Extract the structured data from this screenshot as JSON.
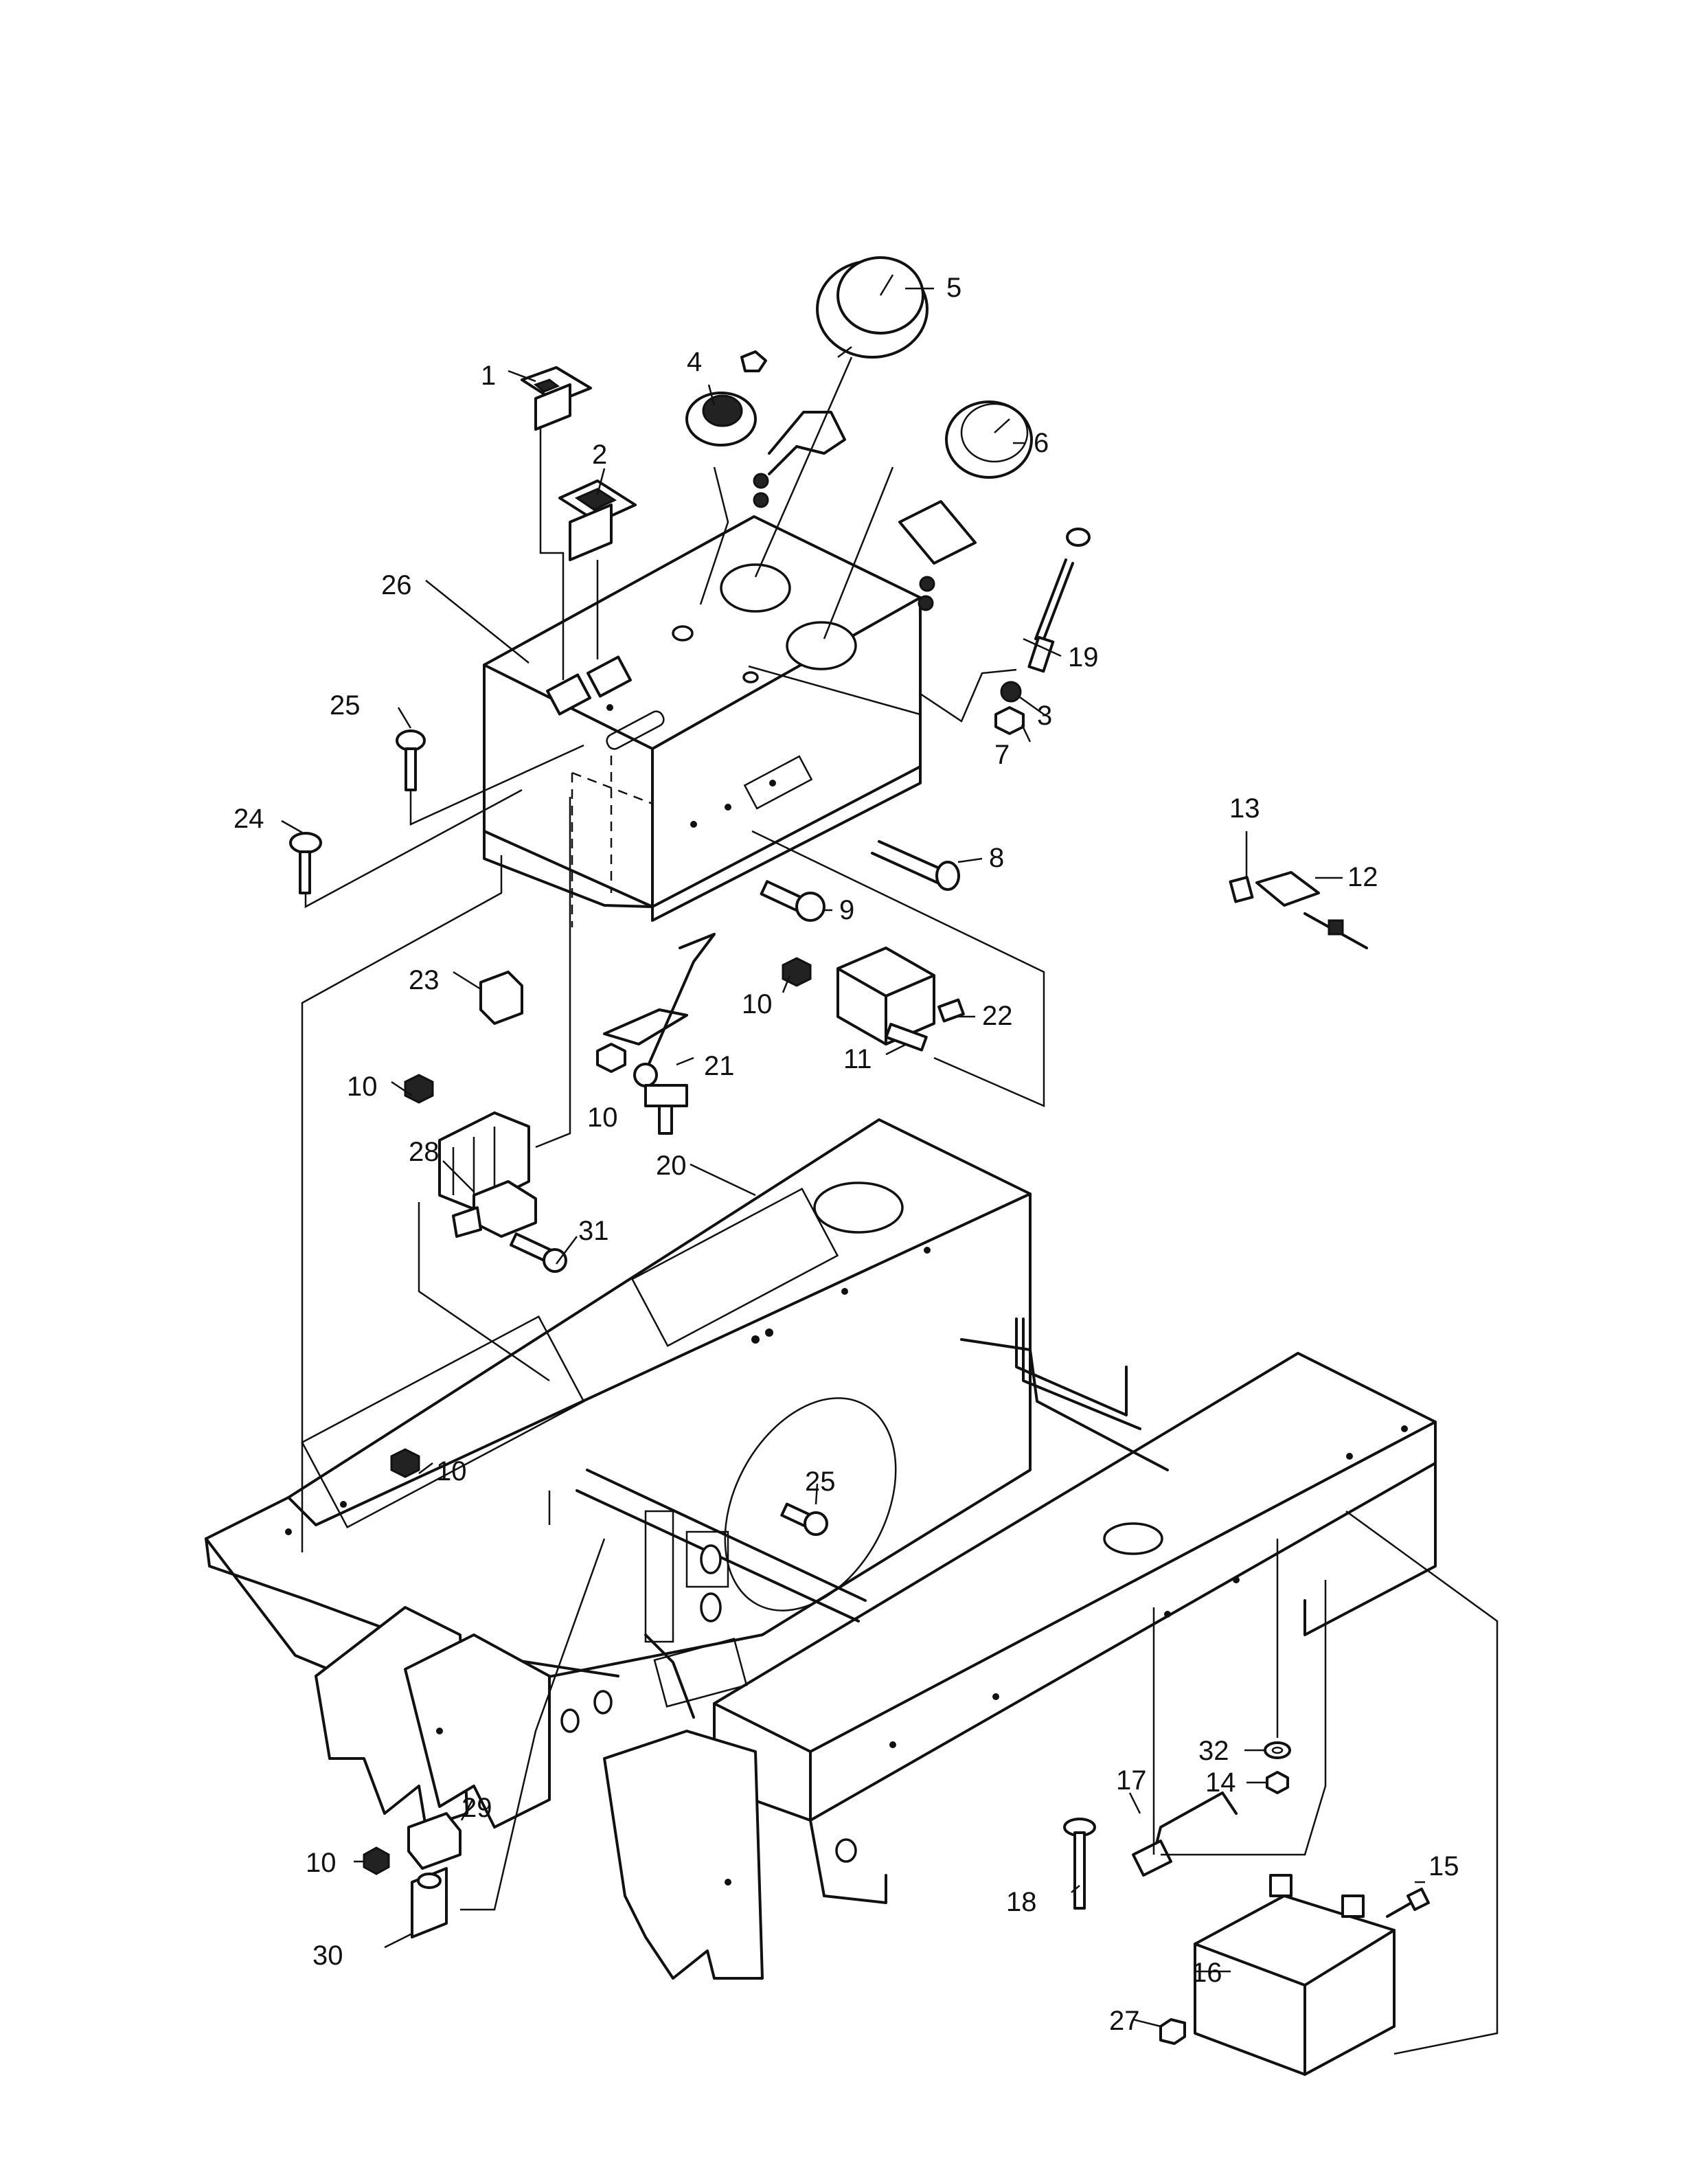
{
  "diagram": {
    "callouts": [
      {
        "id": "c1",
        "label": "1"
      },
      {
        "id": "c2",
        "label": "2"
      },
      {
        "id": "c3",
        "label": "3"
      },
      {
        "id": "c4",
        "label": "4"
      },
      {
        "id": "c5",
        "label": "5"
      },
      {
        "id": "c6",
        "label": "6"
      },
      {
        "id": "c7",
        "label": "7"
      },
      {
        "id": "c8",
        "label": "8"
      },
      {
        "id": "c9",
        "label": "9"
      },
      {
        "id": "c10a",
        "label": "10"
      },
      {
        "id": "c10b",
        "label": "10"
      },
      {
        "id": "c10c",
        "label": "10"
      },
      {
        "id": "c10d",
        "label": "10"
      },
      {
        "id": "c10e",
        "label": "10"
      },
      {
        "id": "c11",
        "label": "11"
      },
      {
        "id": "c12",
        "label": "12"
      },
      {
        "id": "c13",
        "label": "13"
      },
      {
        "id": "c14",
        "label": "14"
      },
      {
        "id": "c15",
        "label": "15"
      },
      {
        "id": "c16",
        "label": "16"
      },
      {
        "id": "c17",
        "label": "17"
      },
      {
        "id": "c18",
        "label": "18"
      },
      {
        "id": "c19",
        "label": "19"
      },
      {
        "id": "c20",
        "label": "20"
      },
      {
        "id": "c21",
        "label": "21"
      },
      {
        "id": "c22",
        "label": "22"
      },
      {
        "id": "c23",
        "label": "23"
      },
      {
        "id": "c24",
        "label": "24"
      },
      {
        "id": "c25a",
        "label": "25"
      },
      {
        "id": "c25b",
        "label": "25"
      },
      {
        "id": "c26",
        "label": "26"
      },
      {
        "id": "c27",
        "label": "27"
      },
      {
        "id": "c28",
        "label": "28"
      },
      {
        "id": "c29",
        "label": "29"
      },
      {
        "id": "c30",
        "label": "30"
      },
      {
        "id": "c31",
        "label": "31"
      },
      {
        "id": "c32",
        "label": "32"
      }
    ]
  }
}
